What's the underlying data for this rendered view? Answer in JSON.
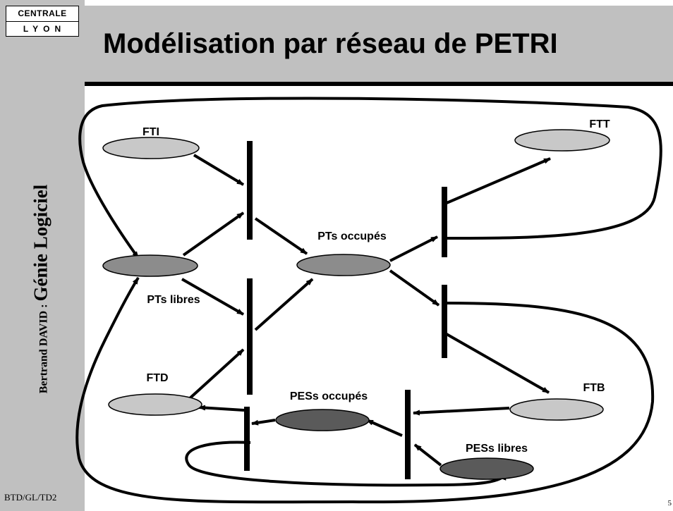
{
  "logo": {
    "line1": "CENTRALE",
    "line2": "LYON"
  },
  "sidebar": {
    "author": "Bertrand DAVID : ",
    "course": "Génie Logiciel",
    "footer": "BTD/GL/TD2"
  },
  "page_number": "5",
  "title": "Modélisation par réseau de PETRI",
  "places": {
    "fti": "FTI",
    "ftt": "FTT",
    "pts_libres": "PTs libres",
    "pts_occupes": "PTs occupés",
    "ftd": "FTD",
    "ftb": "FTB",
    "pess_occupes": "PESs occupés",
    "pess_libres": "PESs libres"
  },
  "colors": {
    "light_place": "#c8c8c8",
    "medium_place": "#8c8c8c",
    "dark_place": "#5a5a5a",
    "frame": "#c0c0c0"
  }
}
